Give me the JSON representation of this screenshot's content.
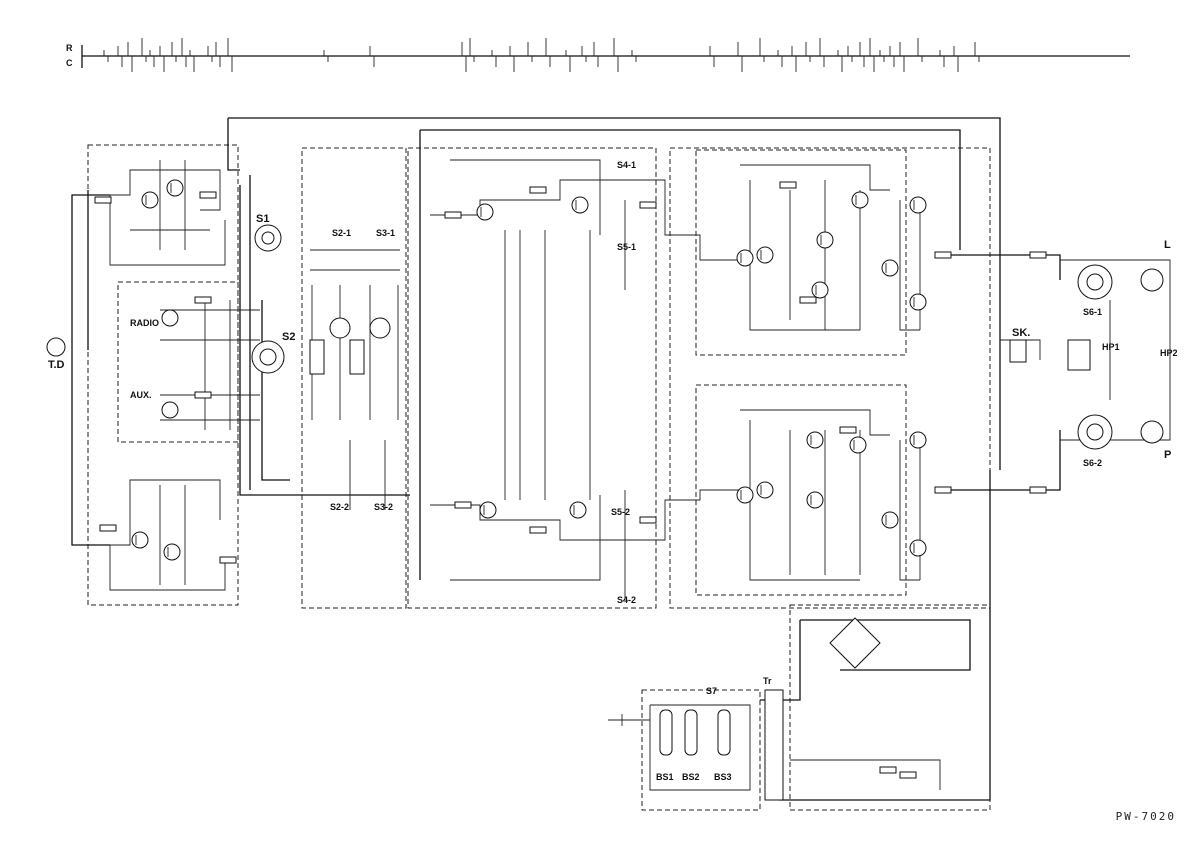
{
  "ruler": {
    "row_top": "R",
    "row_bottom": "C"
  },
  "sections": {
    "input_td": "T.D",
    "radio": "RADIO",
    "aux": "AUX.",
    "selector_s1": "S1",
    "selector_s2": "S2",
    "switch_s2_1": "S2-1",
    "switch_s3_1": "S3-1",
    "switch_s2_2": "S2-2",
    "switch_s3_2": "S3-2",
    "switch_s4_1": "S4-1",
    "switch_s4_2": "S4-2",
    "switch_s5_1": "S5-1",
    "switch_s5_2": "S5-2",
    "switch_s6_1": "S6-1",
    "switch_s6_2": "S6-2",
    "switch_s7": "S7",
    "sk": "SK.",
    "out_l": "L",
    "out_p": "P",
    "hp1": "HP1",
    "hp2": "HP2",
    "transformer": "Tr",
    "fuse1": "BS1",
    "fuse2": "BS2",
    "fuse3": "BS3"
  },
  "model": "PW-7020"
}
